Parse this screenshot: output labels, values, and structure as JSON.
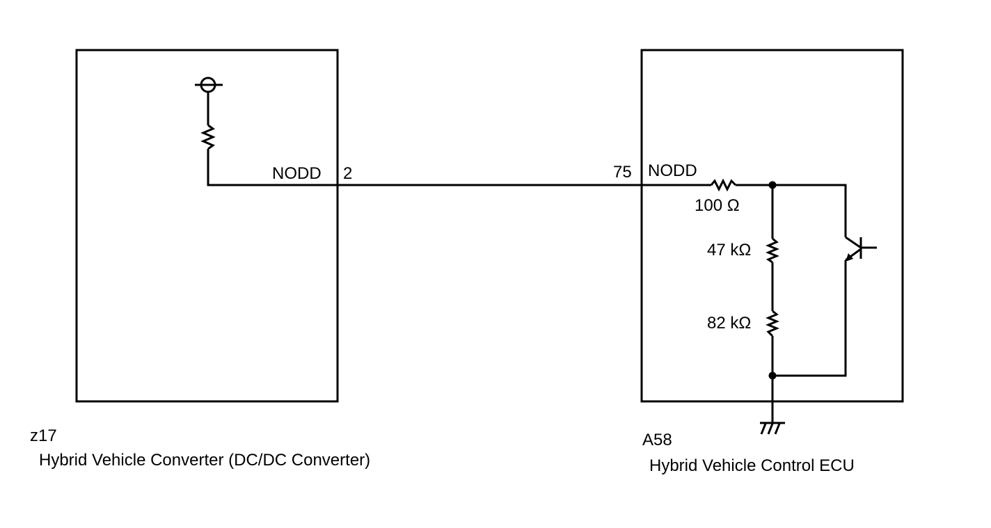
{
  "left_unit": {
    "connector_id": "z17",
    "name": "Hybrid Vehicle Converter (DC/DC Converter)",
    "pin_name": "NODD",
    "pin_number": "2"
  },
  "right_unit": {
    "connector_id": "A58",
    "name": "Hybrid Vehicle Control ECU",
    "pin_name": "NODD",
    "pin_number": "75",
    "resistors": {
      "series": "100 Ω",
      "upper": "47 kΩ",
      "lower": "82 kΩ"
    }
  },
  "colors": {
    "line": "#000000",
    "background": "#ffffff"
  }
}
